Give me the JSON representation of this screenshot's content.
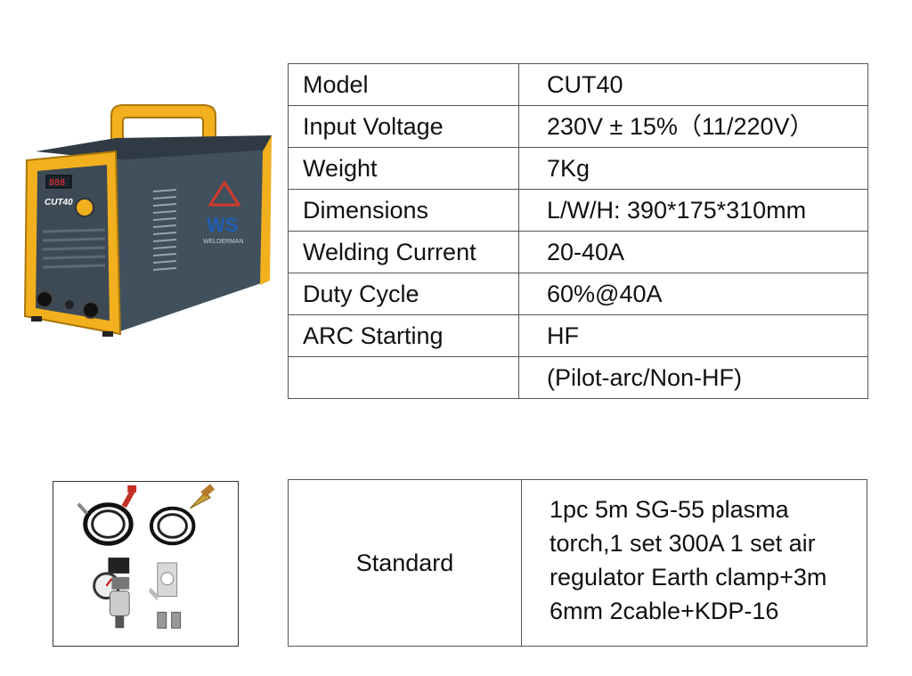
{
  "product_image": {
    "panel_text": "CUT40",
    "brand_mark": "WS",
    "brand_text": "WELDERMAN"
  },
  "specs": [
    {
      "label": "Model",
      "value": "CUT40"
    },
    {
      "label": "Input Voltage",
      "value": "230V ± 15%（11/220V）"
    },
    {
      "label": "Weight",
      "value": "7Kg"
    },
    {
      "label": "Dimensions",
      "value": "L/W/H: 390*175*310mm"
    },
    {
      "label": "Welding Current",
      "value": "20-40A"
    },
    {
      "label": "Duty Cycle",
      "value": "60%@40A"
    },
    {
      "label": "ARC Starting",
      "value": "HF"
    },
    {
      "label": "",
      "value": "(Pilot-arc/Non-HF)"
    }
  ],
  "standard": {
    "label": "Standard",
    "lines": [
      "1pc 5m SG-55 plasma",
      "torch,1 set 300A 1 set air",
      "regulator Earth clamp+3m",
      "6mm 2cable+KDP-16"
    ]
  }
}
